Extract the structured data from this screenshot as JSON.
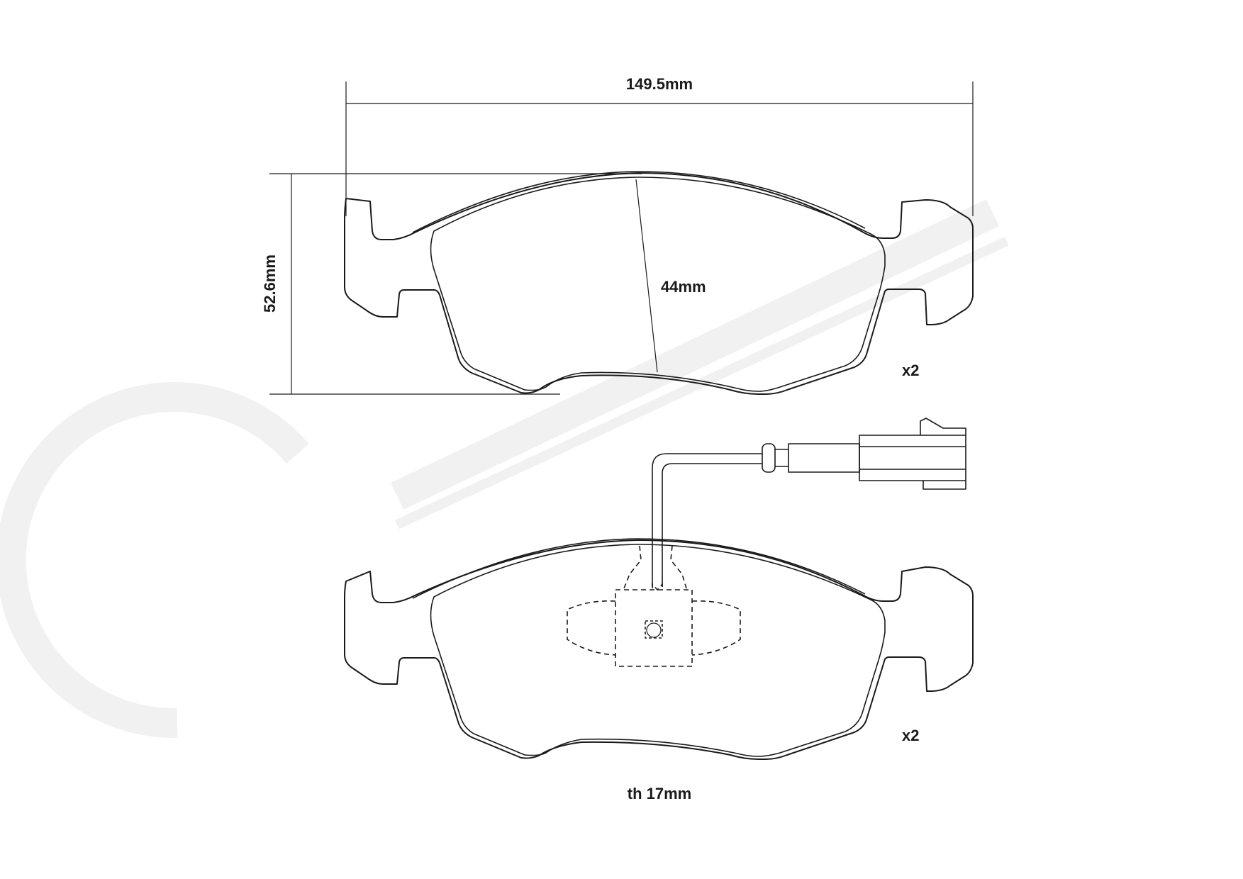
{
  "dimensions": {
    "width_label": "149.5mm",
    "height_label": "52.6mm",
    "inner_height_label": "44mm",
    "thickness_label": "th 17mm"
  },
  "quantities": {
    "top_pad": "x2",
    "bottom_pad": "x2"
  },
  "colors": {
    "line": "#1a1a1a",
    "watermark": "#f1f1f1"
  }
}
